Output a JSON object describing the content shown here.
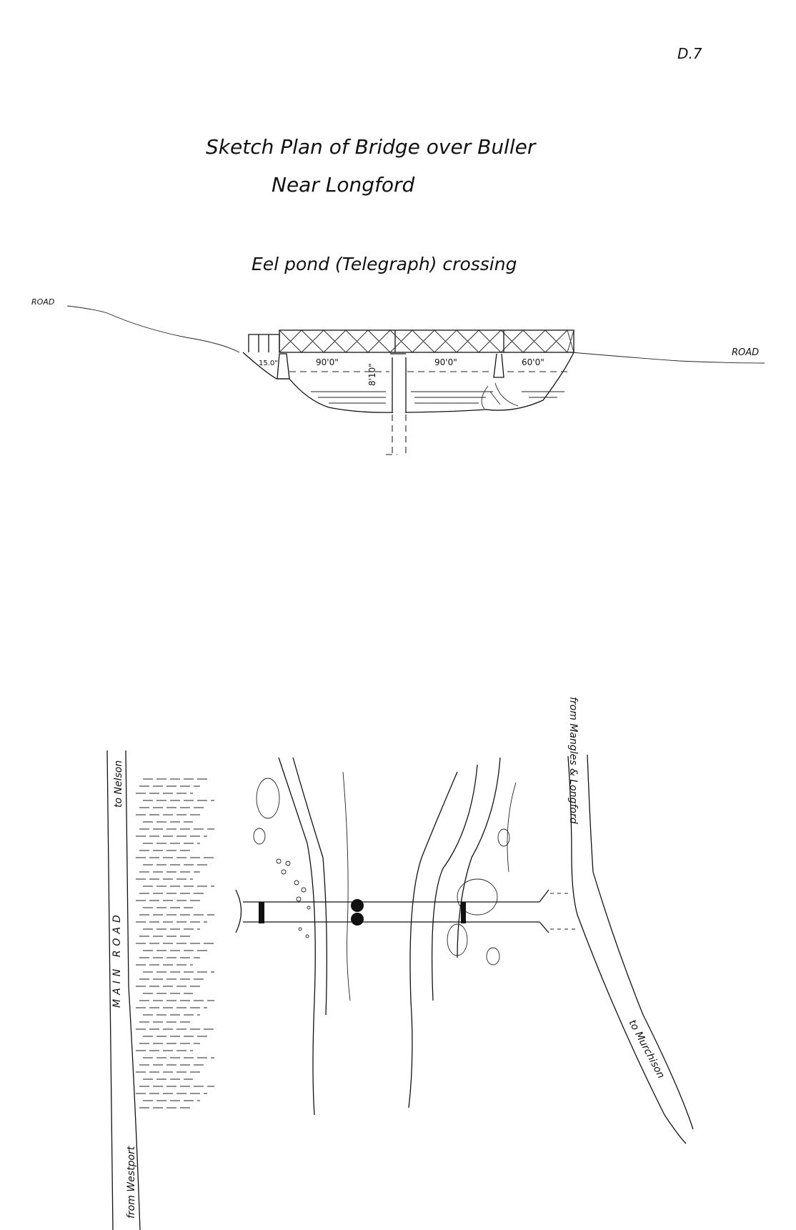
{
  "page_label": "D.7",
  "title": {
    "line1": "Sketch Plan of Bridge over Buller",
    "line2": "Near Longford",
    "subtitle": "Eel pond (Telegraph) crossing"
  },
  "elevation": {
    "road_left": "ROAD",
    "road_right": "ROAD",
    "spans": [
      "15.0\"",
      "90'0\"",
      "90'0\"",
      "60'0\""
    ],
    "clearance": "8'10\""
  },
  "plan": {
    "to_nelson": "to Nelson",
    "main_road": "MAIN ROAD",
    "from_westport": "from Westport",
    "from_mangles": "from Mangles & Longford",
    "to_murchison": "to Murchison"
  }
}
